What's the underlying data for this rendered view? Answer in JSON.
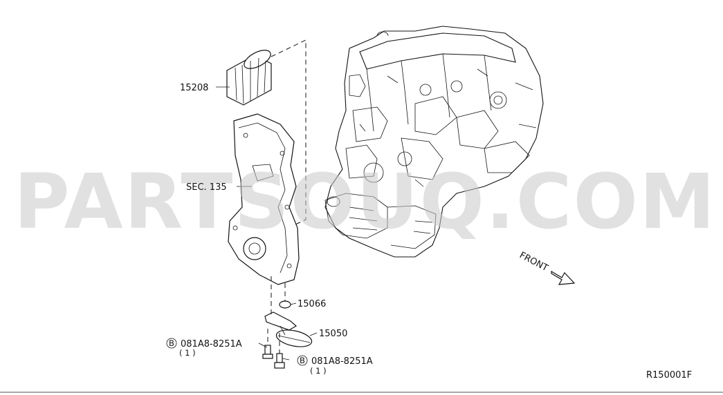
{
  "diagram": {
    "watermark": "PARTSOUQ.COM",
    "labels": {
      "oil_filter": "15208",
      "front_cover_ref": "SEC. 135",
      "o_ring": "15066",
      "oil_strainer": "15050",
      "bolt_a_part": "081A8-8251A",
      "bolt_a_qty": "( 1 )",
      "bolt_b_part": "081A8-8251A",
      "bolt_b_qty": "( 1 )",
      "bolt_symbol": "B",
      "front_direction": "FRONT",
      "figure_code": "R150001F"
    }
  }
}
